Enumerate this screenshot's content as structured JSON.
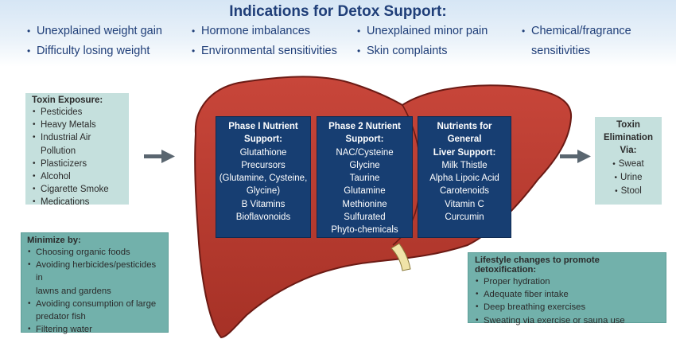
{
  "header": {
    "title": "Indications for Detox Support:",
    "columns": [
      [
        "Unexplained weight gain",
        "Difficulty losing weight"
      ],
      [
        "Hormone imbalances",
        "Environmental sensitivities"
      ],
      [
        "Unexplained minor pain",
        "Skin complaints"
      ],
      [
        "Chemical/fragrance",
        "sensitivities"
      ]
    ]
  },
  "toxin_exposure": {
    "title": "Toxin Exposure:",
    "items": [
      "Pesticides",
      "Heavy Metals",
      "Industrial Air Pollution",
      "Plasticizers",
      "Alcohol",
      "Cigarette Smoke",
      "Medications"
    ]
  },
  "phase1": {
    "title_lines": [
      "Phase I Nutrient",
      "Support:"
    ],
    "items": [
      "Glutathione Precursors",
      "(Glutamine, Cysteine,",
      "Glycine)",
      "B Vitamins",
      "Bioflavonoids"
    ]
  },
  "phase2": {
    "title_lines": [
      "Phase 2 Nutrient",
      "Support:"
    ],
    "items": [
      "NAC/Cysteine",
      "Glycine",
      "Taurine",
      "Glutamine",
      "Methionine",
      "Sulfurated",
      "Phyto-chemicals"
    ]
  },
  "general": {
    "title_lines": [
      "Nutrients for General",
      "Liver Support:"
    ],
    "items": [
      "Milk Thistle",
      "Alpha Lipoic Acid",
      "Carotenoids",
      "Vitamin C",
      "Curcumin"
    ]
  },
  "toxin_elimination": {
    "title_lines": [
      "Toxin",
      "Elimination",
      "Via:"
    ],
    "items": [
      "Sweat",
      "Urine",
      "Stool"
    ]
  },
  "minimize": {
    "title": "Minimize by:",
    "items": [
      "Choosing organic foods",
      "Avoiding herbicides/pesticides in",
      "lawns and gardens",
      "Avoiding consumption of large",
      "predator fish",
      "Filtering water"
    ]
  },
  "lifestyle": {
    "title": "Lifestyle changes to promote detoxification:",
    "items": [
      "Proper hydration",
      "Adequate fiber intake",
      "Deep breathing exercises",
      "Sweating via exercise or sauna use"
    ]
  },
  "colors": {
    "header_text": "#1f3e78",
    "liver": "#b83a2e",
    "liver_outline": "#6b1a14",
    "nutrient_box": "#173e72",
    "teal_box": "#c5e0dd",
    "teal_box_dark": "#72b1ab",
    "arrow": "#5a6670",
    "bile_duct": "#f0e3a8"
  }
}
